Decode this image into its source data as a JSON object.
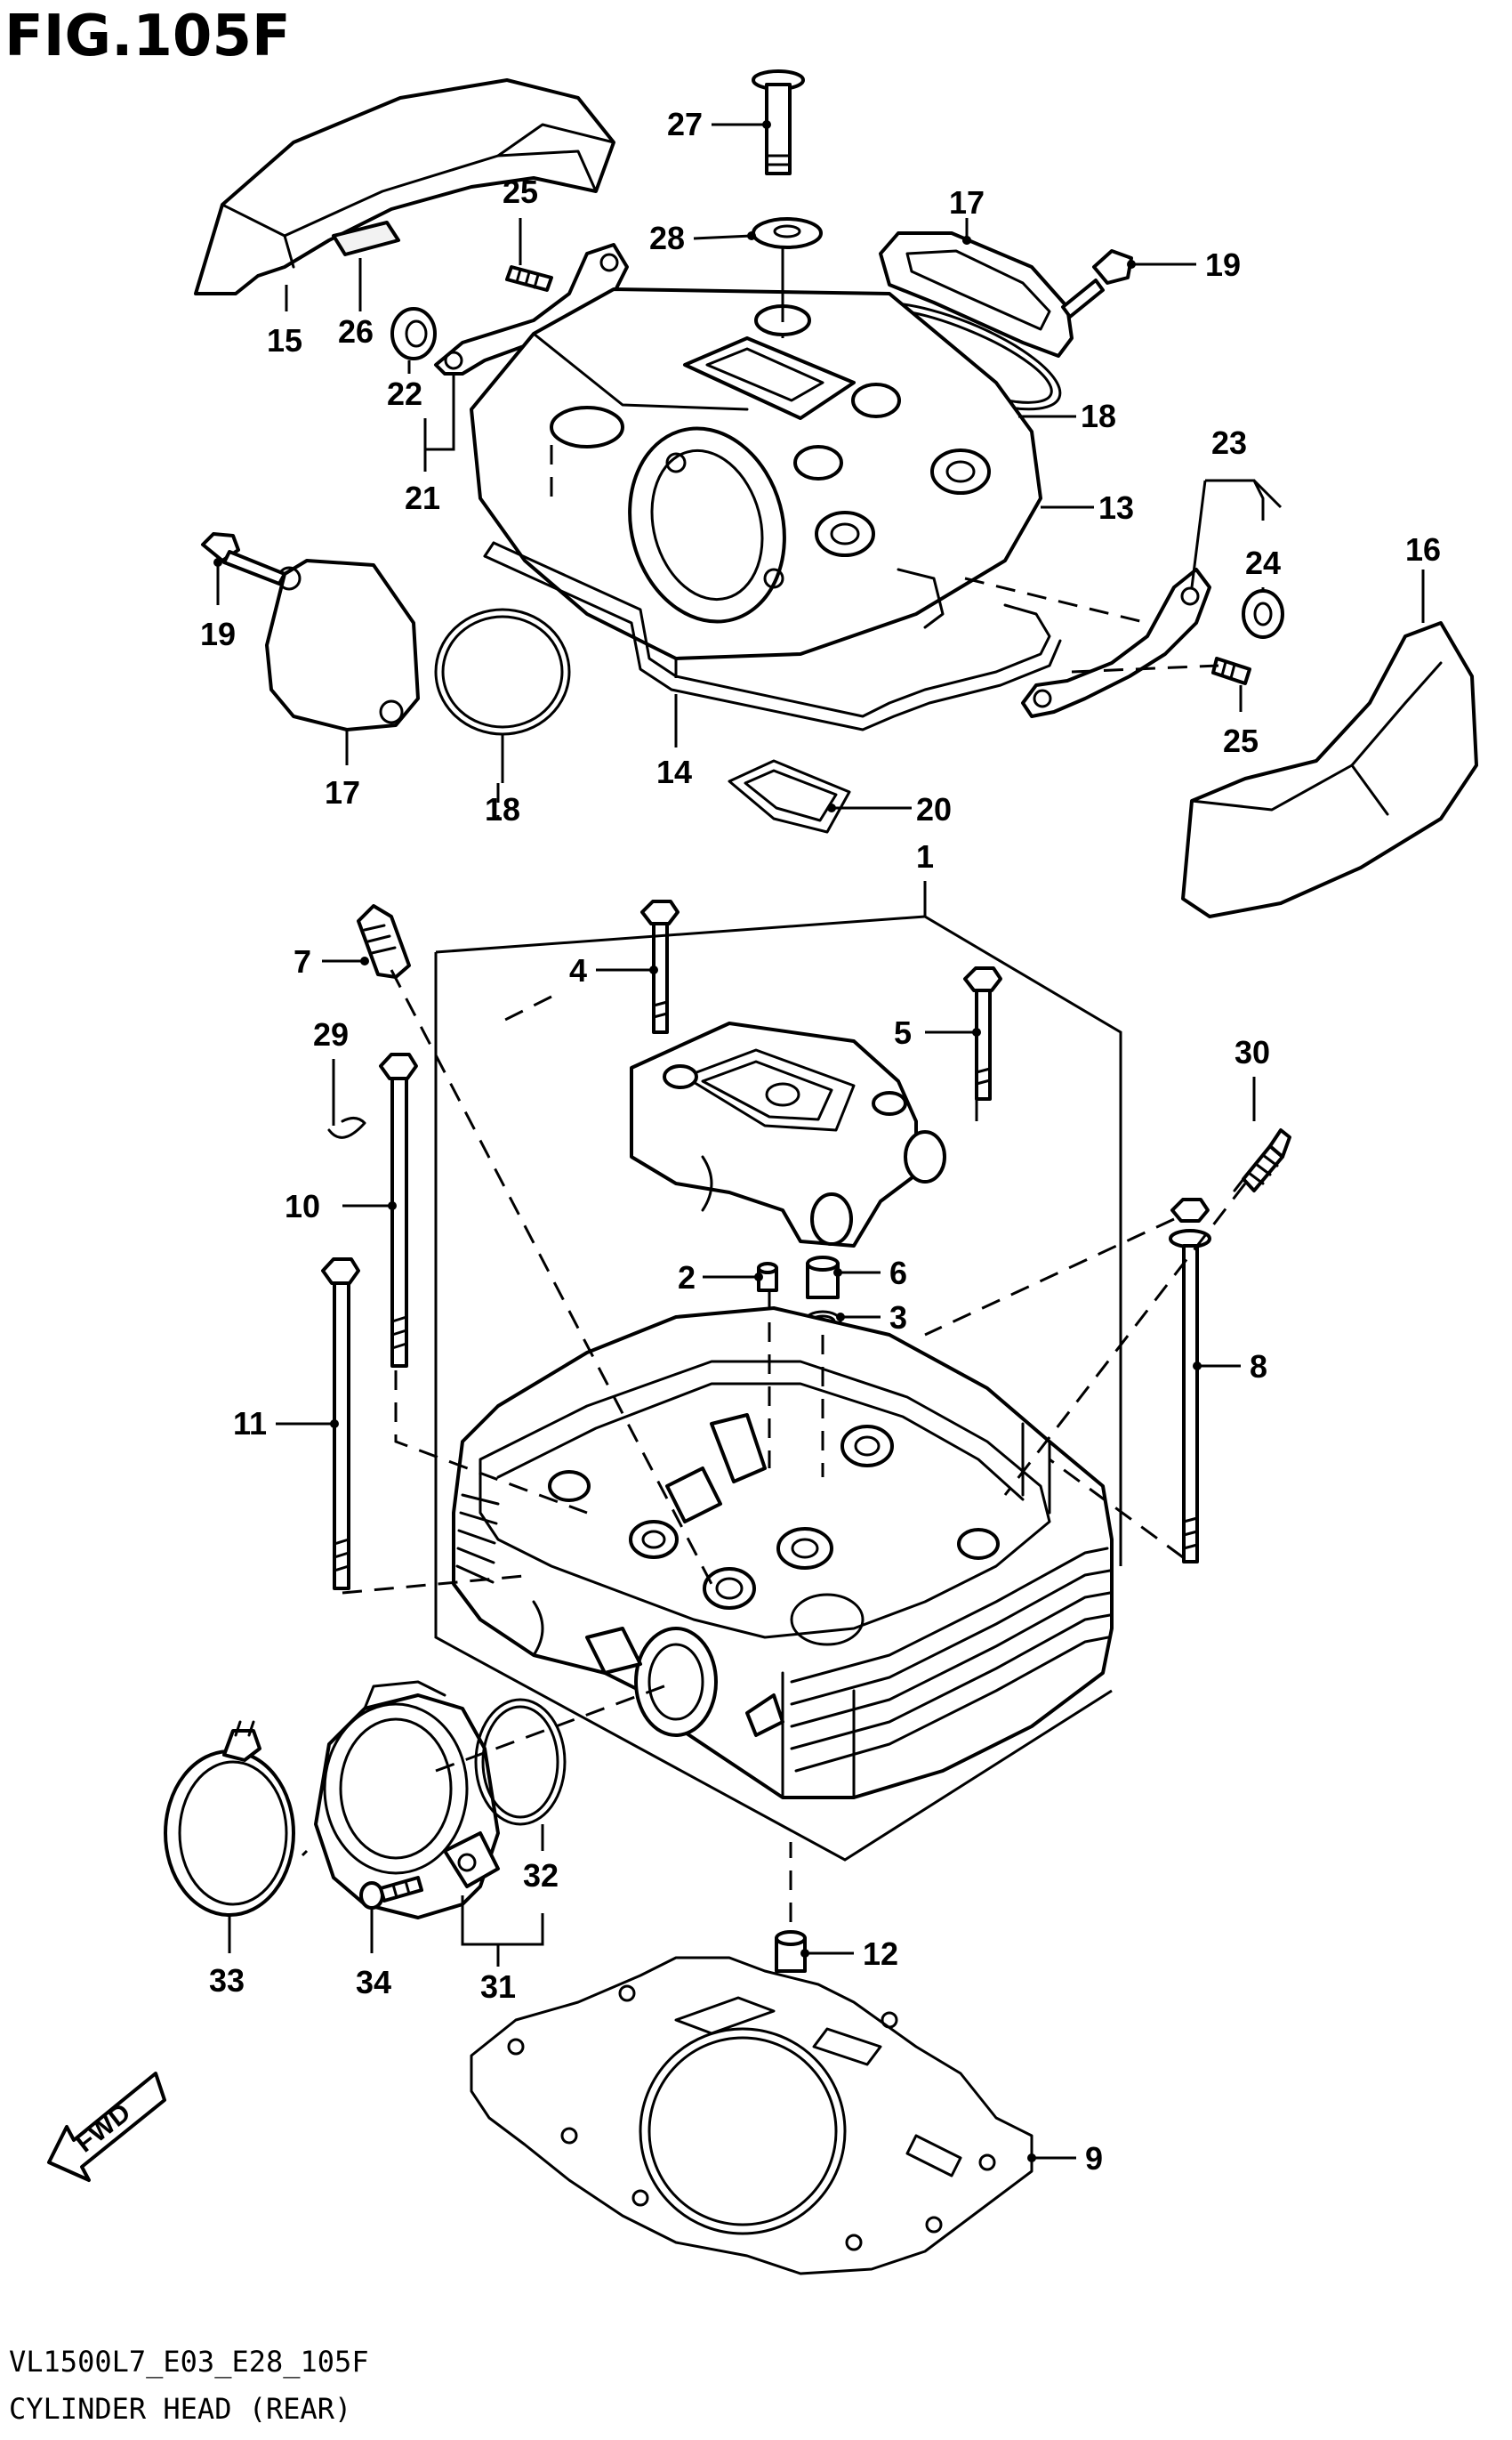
{
  "figure_title": "FIG.105F",
  "footer": {
    "code": "VL1500L7_E03_E28_105F",
    "name": "CYLINDER HEAD (REAR)"
  },
  "direction_badge": "FWD",
  "callouts": [
    "1",
    "2",
    "3",
    "4",
    "5",
    "6",
    "7",
    "8",
    "9",
    "10",
    "11",
    "12",
    "13",
    "14",
    "15",
    "16",
    "17",
    "17",
    "18",
    "18",
    "19",
    "19",
    "20",
    "21",
    "22",
    "23",
    "24",
    "25",
    "25",
    "26",
    "27",
    "28",
    "29",
    "30",
    "31",
    "32",
    "33",
    "34"
  ]
}
